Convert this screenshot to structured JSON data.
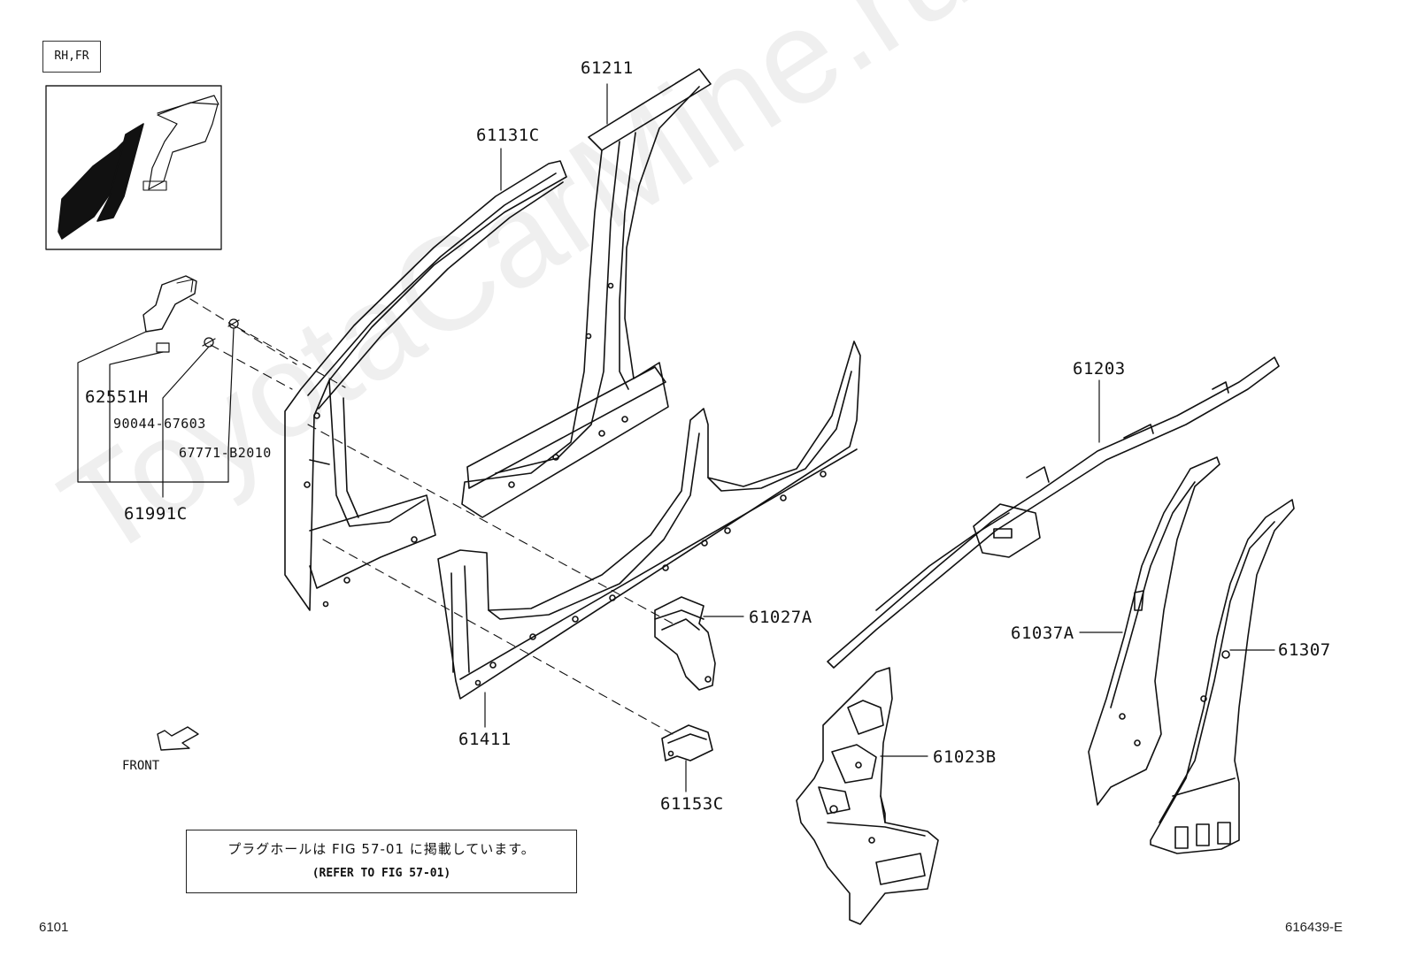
{
  "badge": "RH,FR",
  "parts": {
    "p61211": "61211",
    "p61131C": "61131C",
    "p62551H": "62551H",
    "p90044": "90044-67603",
    "p67771": "67771-B2010",
    "p61991C": "61991C",
    "p61203": "61203",
    "p61027A": "61027A",
    "p61037A": "61037A",
    "p61307": "61307",
    "p61411": "61411",
    "p61023B": "61023B",
    "p61153C": "61153C"
  },
  "front_label": "FRONT",
  "note": {
    "line1": "プラグホールは FIG 57-01 に掲載しています。",
    "line2": "(REFER TO FIG 57-01)"
  },
  "page_code": "6101",
  "figure_code": "616439-E",
  "watermark": "ToyotaCarMine.ru"
}
